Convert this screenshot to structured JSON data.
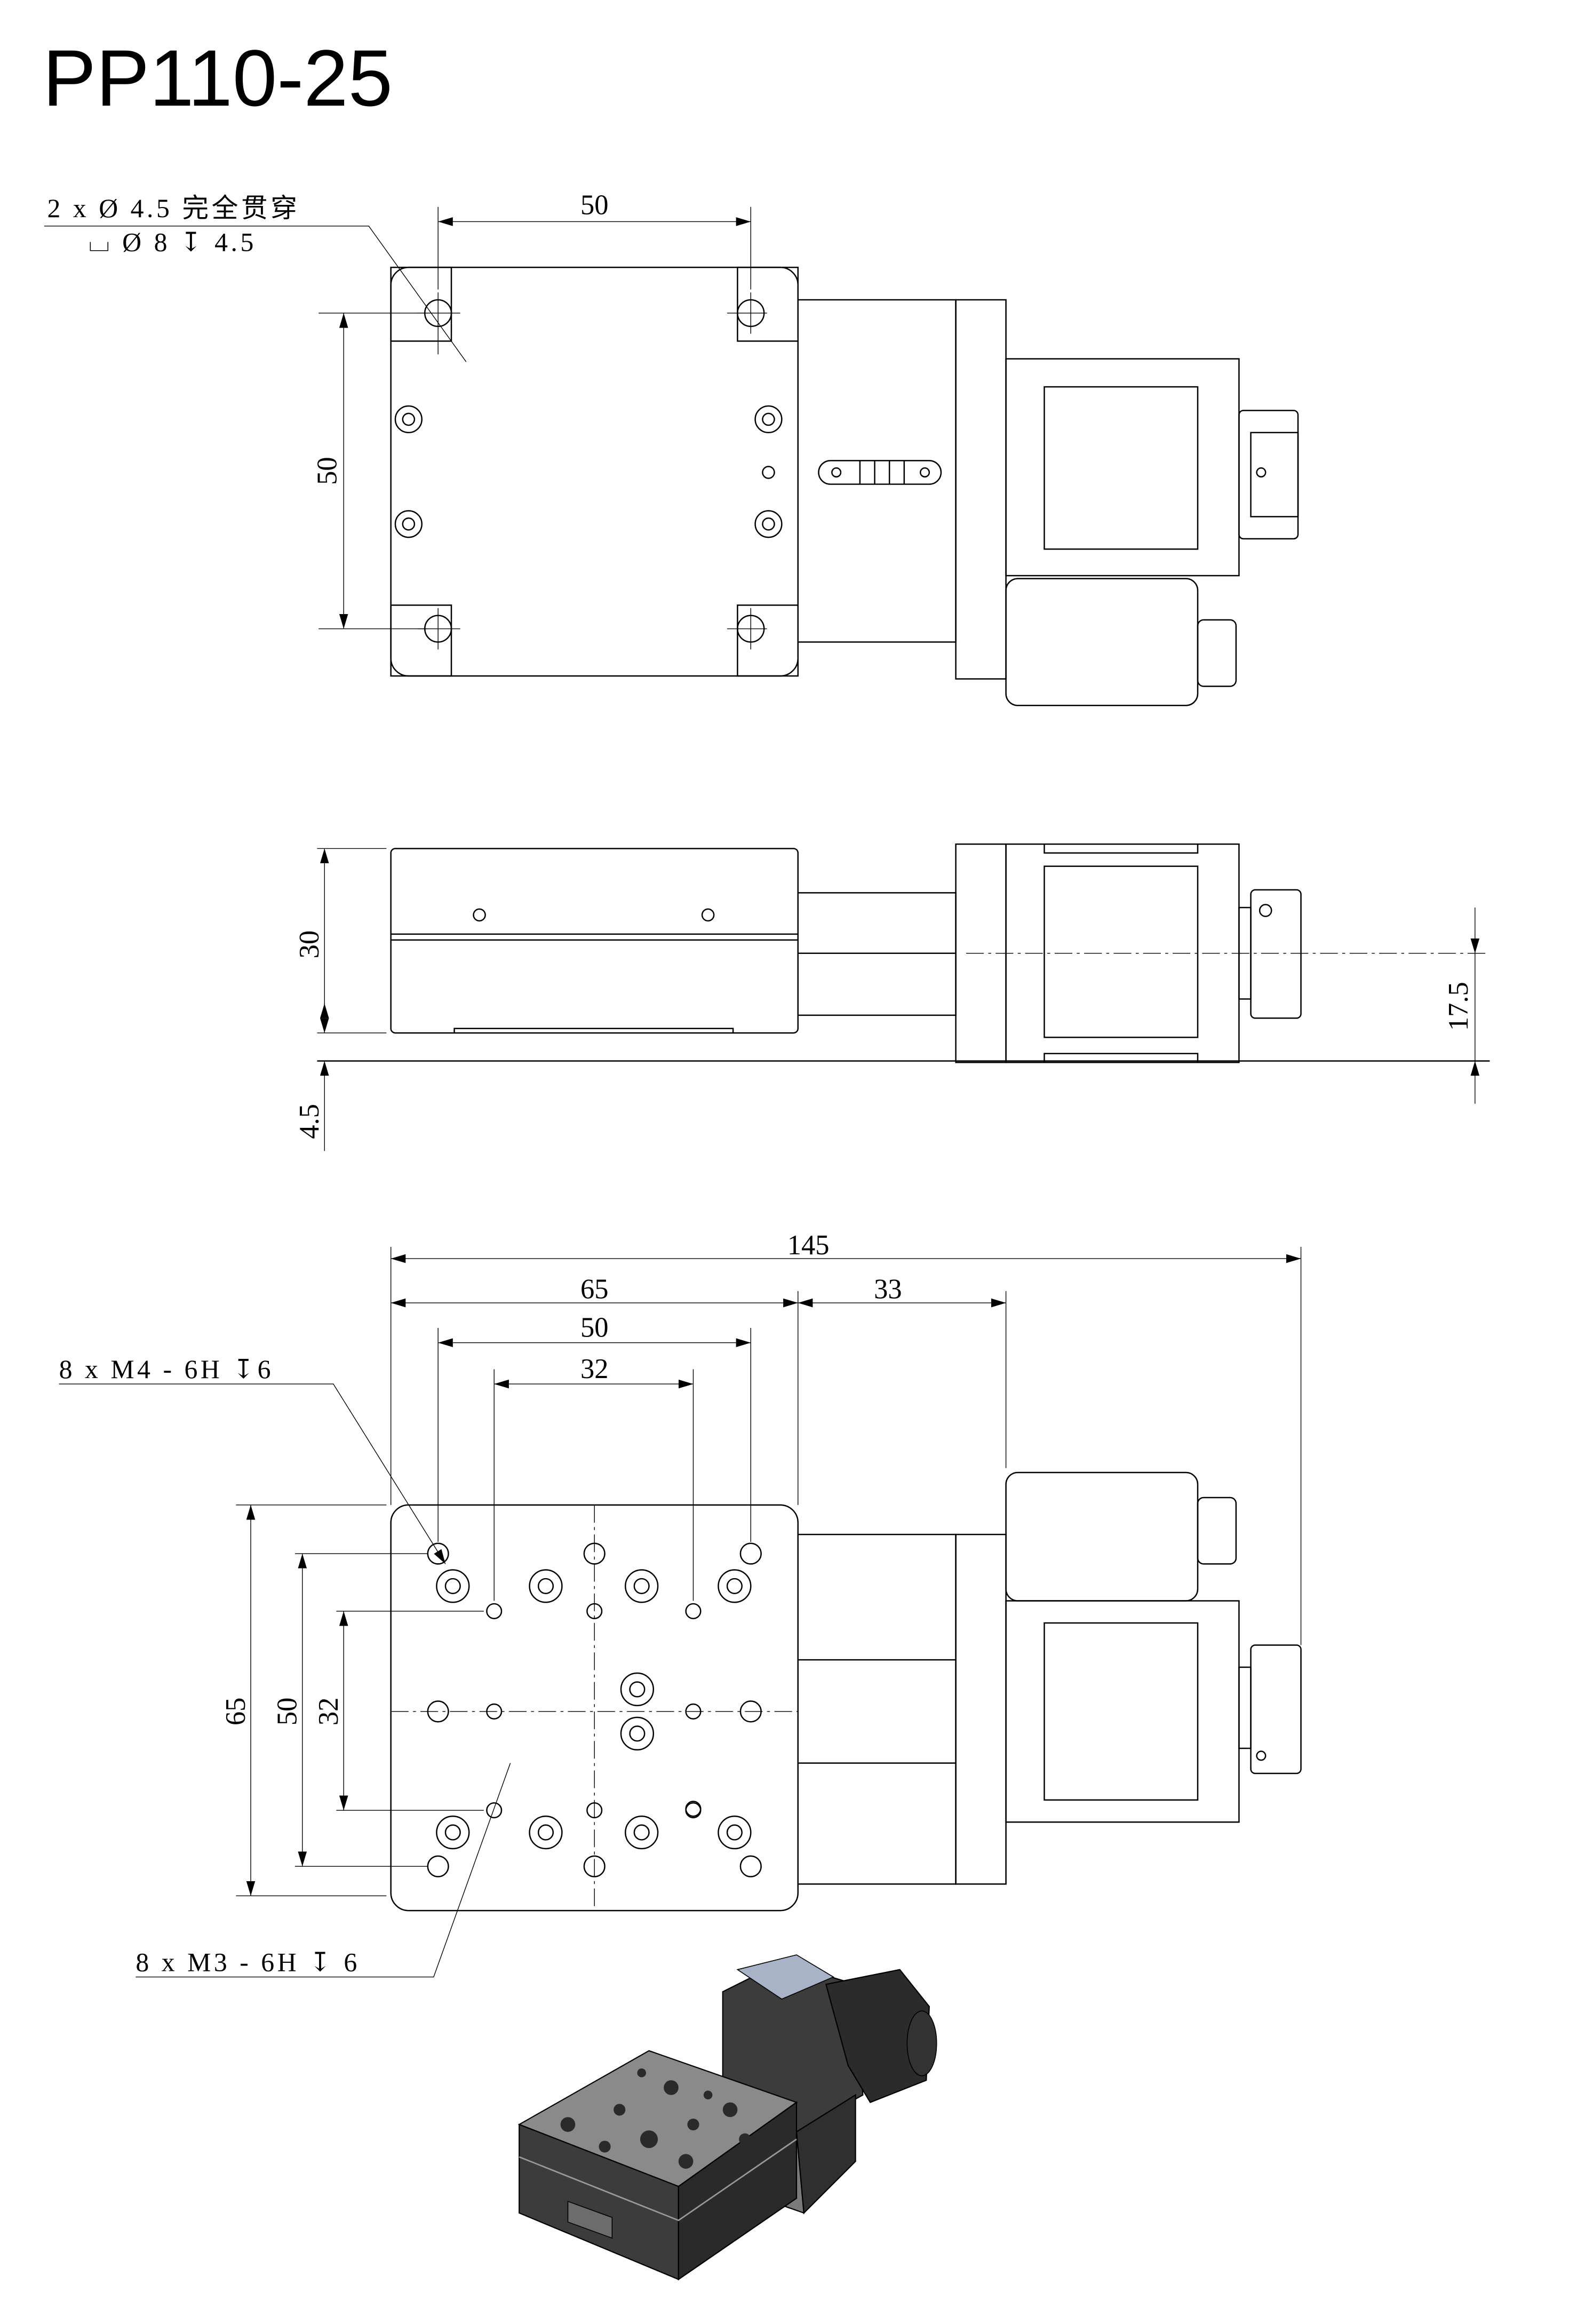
{
  "title": "PP110-25",
  "top_view": {
    "hole_note_line1": "2 x Ø 4.5 完全贯穿",
    "hole_note_line2": "⌴ Ø 8 ↧ 4.5",
    "dim_width": "50",
    "dim_height": "50"
  },
  "side_view": {
    "dim_height": "30",
    "dim_base": "4.5",
    "dim_axis": "17.5"
  },
  "bottom_view": {
    "dim_total": "145",
    "dim_plate": "65",
    "dim_motor": "33",
    "dim_m4_spacing": "50",
    "dim_m3_spacing": "32",
    "dim_v_plate": "65",
    "dim_v_m4": "50",
    "dim_v_m3": "32",
    "m4_note": "8 x  M4 - 6H ↧6",
    "m3_note": "8 x  M3 - 6H ↧ 6"
  },
  "render_3d": {
    "body_color": "#3c3c3c",
    "plate_color": "#8a8a8a",
    "sensor_color": "#a9b3c7"
  }
}
